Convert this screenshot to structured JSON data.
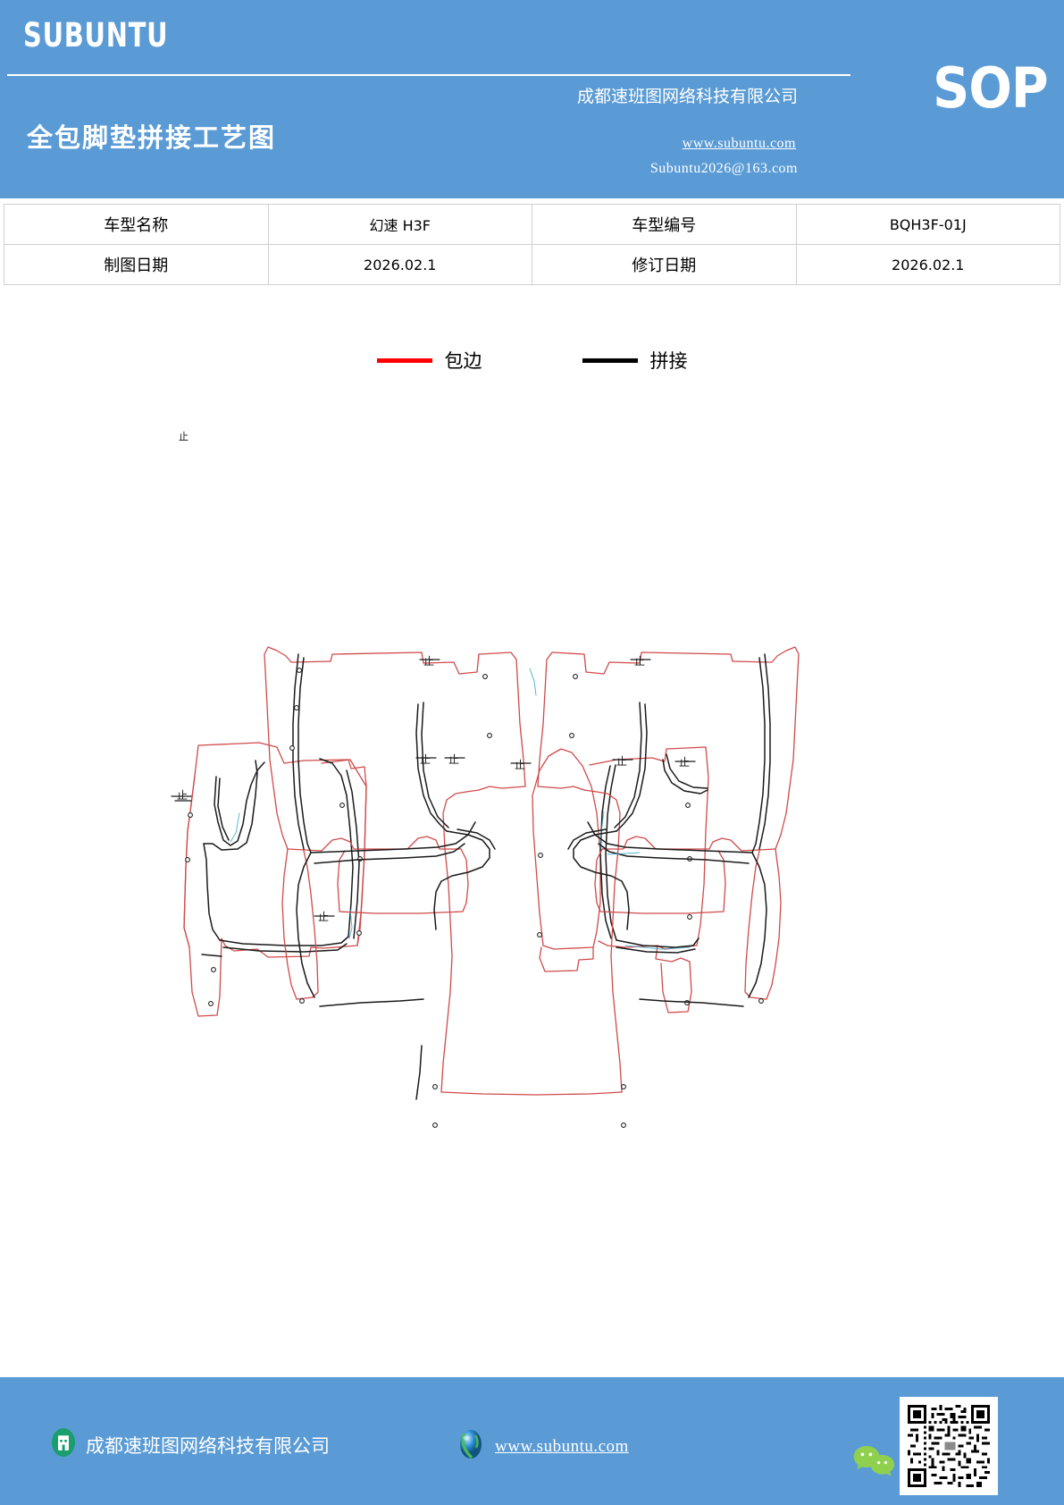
{
  "header": {
    "brand": "SUBUNTU",
    "doc_type": "SOP",
    "title": "全包脚垫拼接工艺图",
    "company": "成都速班图网络科技有限公司",
    "website": "www.subuntu.com",
    "email": "Subuntu2026@163.com",
    "background_color": "#5b9bd5"
  },
  "info_table": {
    "rows": [
      {
        "label1": "车型名称",
        "value1": "幻速 H3F",
        "label2": "车型编号",
        "value2": "BQH3F-01J"
      },
      {
        "label1": "制图日期",
        "value1": "2026.02.1",
        "label2": "修订日期",
        "value2": "2026.02.1"
      }
    ]
  },
  "legend": {
    "items": [
      {
        "label": "包边",
        "color": "#ff0000",
        "meaning": "edge-binding"
      },
      {
        "label": "拼接",
        "color": "#000000",
        "meaning": "splicing-seam"
      }
    ]
  },
  "drawing": {
    "stop_marker_label": "止",
    "binding_color": "#d04a4a",
    "seam_color": "#1a1a1a",
    "pieces": [
      "front-driver-mat",
      "front-passenger-mat",
      "second-row-mat",
      "third-row-mat",
      "trunk-mat"
    ]
  },
  "footer": {
    "company": "成都速班图网络科技有限公司",
    "website": "www.subuntu.com",
    "company_icon": "building-icon",
    "globe_icon": "globe-icon",
    "wechat_icon": "wechat-icon",
    "qr_icon": "qr-code",
    "background_color": "#5b9bd5"
  }
}
